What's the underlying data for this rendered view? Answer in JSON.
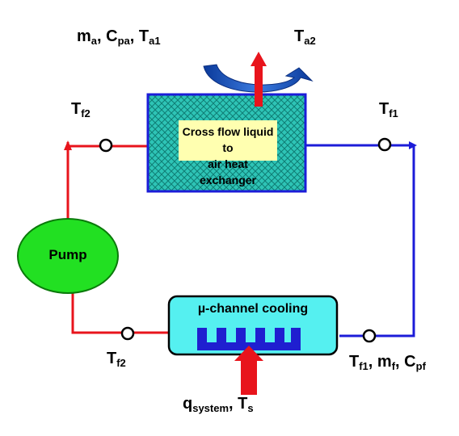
{
  "heat_exchanger": {
    "label_line1": "Cross flow liquid to",
    "label_line2": "air heat exchanger"
  },
  "air_inlet": {
    "m": "m",
    "m_sub": "a",
    "c": "C",
    "c_sub": "pa",
    "t": "T",
    "t_sub": "a1"
  },
  "air_outlet": {
    "t": "T",
    "t_sub": "a2"
  },
  "pump": {
    "label": "Pump"
  },
  "cooler": {
    "label": "µ-channel cooling"
  },
  "hx_left_temp": {
    "t": "T",
    "t_sub": "f2"
  },
  "hx_right_temp": {
    "t": "T",
    "t_sub": "f1"
  },
  "cooler_left_temp": {
    "t": "T",
    "t_sub": "f2"
  },
  "cooler_right_temp": {
    "t": "T",
    "t_sub": "f1",
    "m": "m",
    "m_sub": "f",
    "c": "C",
    "c_sub": "pf"
  },
  "heat_input": {
    "q": "q",
    "q_sub": "system",
    "t": "T",
    "t_sub": "s"
  },
  "colors": {
    "hot_line": "#e8141c",
    "cold_line": "#1c1cd8",
    "hx_fill": "#2ec4b6",
    "hx_label_bg": "#ffffb0",
    "pump_fill": "#22e022",
    "cooler_fill": "#55f0f0",
    "fins": "#1f1fd0",
    "air_arrow": "#1a52c8",
    "heat_arrow": "#e8141c"
  }
}
